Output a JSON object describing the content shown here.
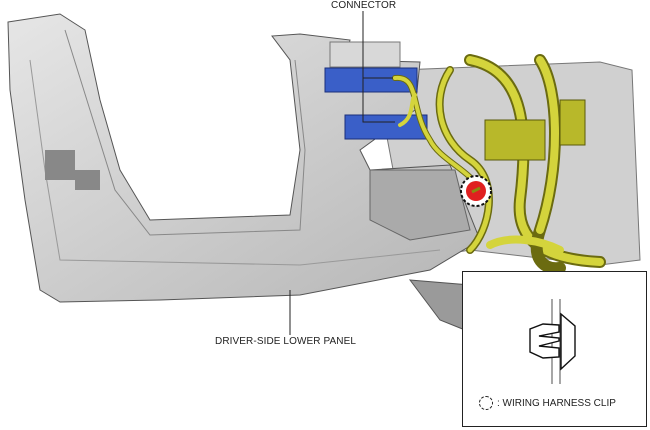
{
  "labels": {
    "connector": "CONNECTOR",
    "lower_panel": "DRIVER-SIDE LOWER PANEL"
  },
  "legend": {
    "clip_label": ": WIRING HARNESS CLIP"
  },
  "colors": {
    "panel": "#c9c9c9",
    "connector": "#3a5fc8",
    "harness": "#c8c832",
    "clip": "#e02020"
  }
}
